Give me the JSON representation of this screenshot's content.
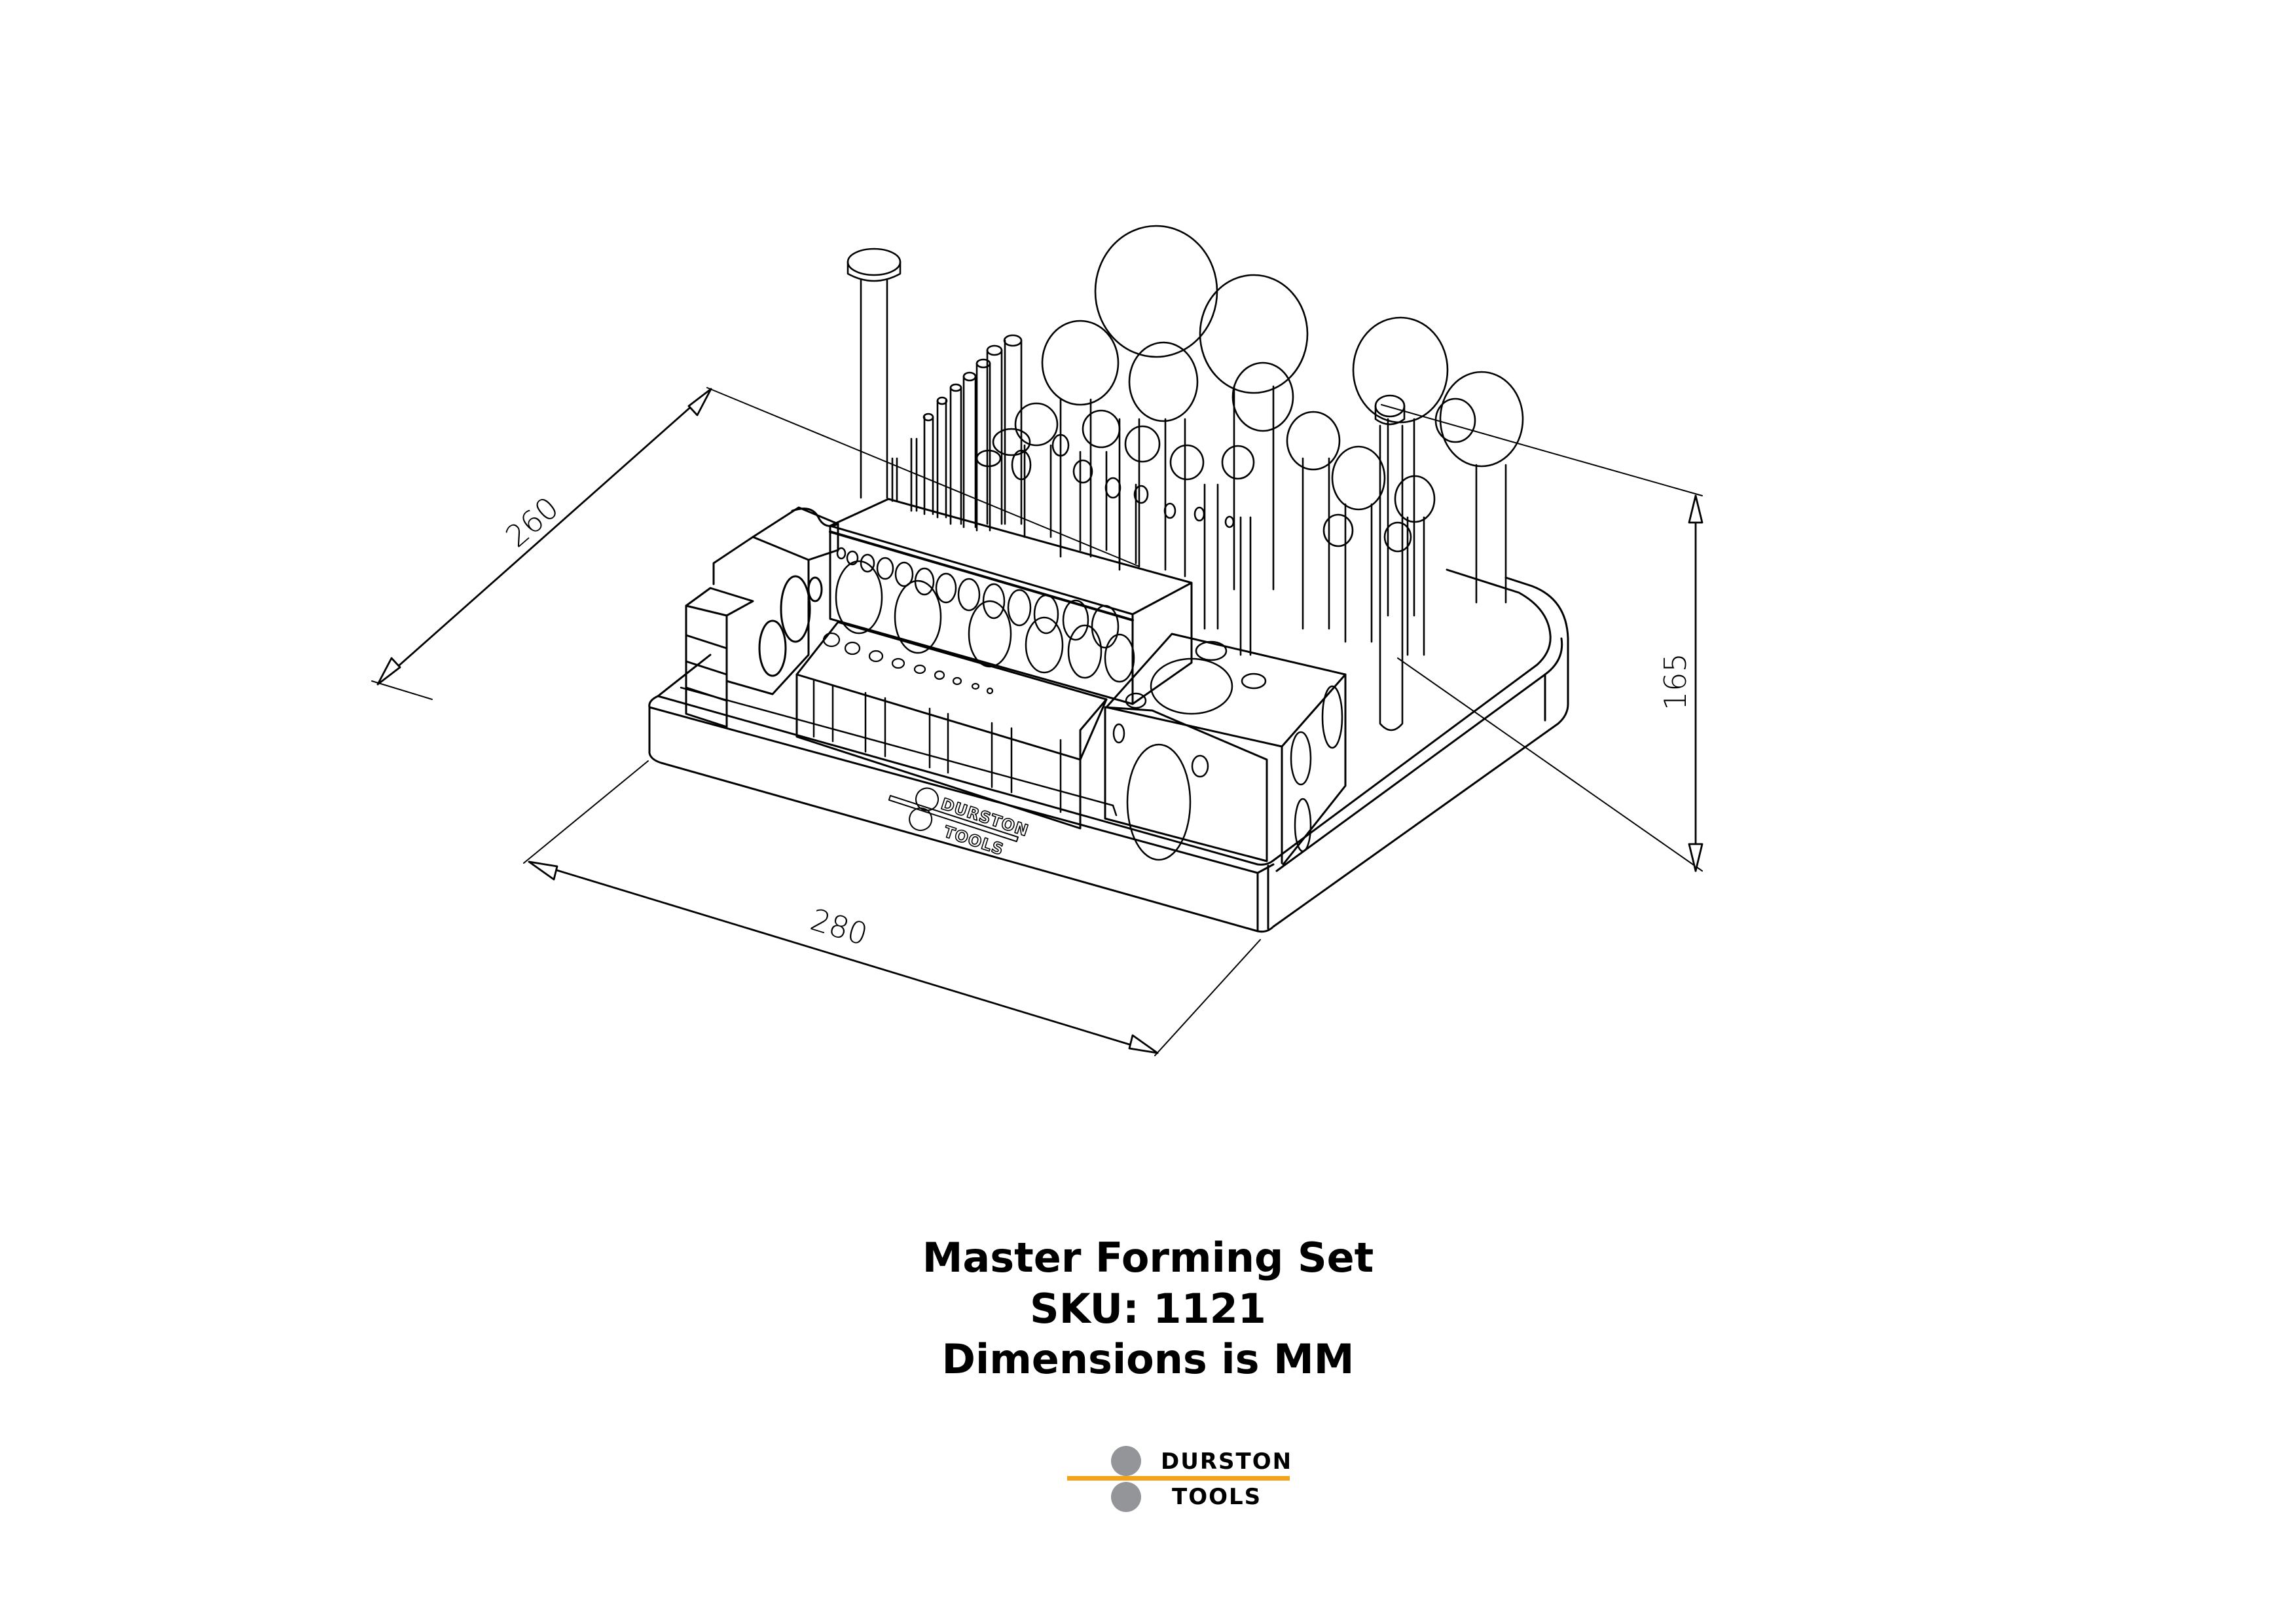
{
  "drawing": {
    "type": "isometric technical line drawing",
    "subject": "Master Forming Set",
    "dimensions": {
      "depth": {
        "value": "260",
        "unit": "MM"
      },
      "width": {
        "value": "280",
        "unit": "MM"
      },
      "height": {
        "value": "165",
        "unit": "MM"
      }
    },
    "embossed_logo": {
      "line1": "DURSTON",
      "line2": "TOOLS"
    },
    "line_color": "#000000",
    "background": "#ffffff"
  },
  "caption": {
    "title": "Master Forming Set",
    "sku": "SKU: 1121",
    "units_note": "Dimensions is MM"
  },
  "logo": {
    "line1": "DURSTON",
    "line2": "TOOLS",
    "circle_color": "#939598",
    "bar_color": "#F5A21B",
    "text_color": "#000000"
  }
}
